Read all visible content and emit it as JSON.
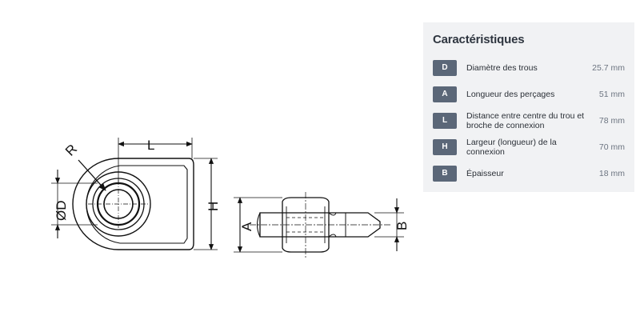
{
  "drawing": {
    "labels": {
      "R": "R",
      "L": "L",
      "D": "ØD",
      "H": "H",
      "A": "A",
      "B": "B"
    }
  },
  "specs": {
    "title": "Caractéristiques",
    "rows": [
      {
        "badge": "D",
        "label": "Diamètre des trous",
        "value": "25.7 mm"
      },
      {
        "badge": "A",
        "label": "Longueur des perçages",
        "value": "51 mm"
      },
      {
        "badge": "L",
        "label": "Distance entre centre du trou et broche de connexion",
        "value": "78 mm"
      },
      {
        "badge": "H",
        "label": "Largeur (longueur) de la connexion",
        "value": "70 mm"
      },
      {
        "badge": "B",
        "label": "Épaisseur",
        "value": "18 mm"
      }
    ],
    "colors": {
      "panel_bg": "#f1f2f4",
      "badge_bg": "#5b6778"
    }
  }
}
